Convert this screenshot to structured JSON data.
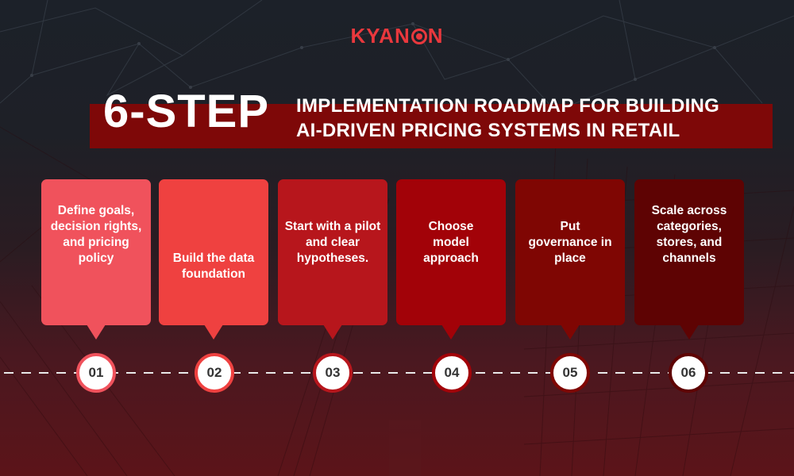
{
  "brand": {
    "name_prefix": "KYAN",
    "name_suffix": "N",
    "color": "#e9383d"
  },
  "header": {
    "title_big": "6-STEP",
    "title_line1": "IMPLEMENTATION ROADMAP FOR BUILDING",
    "title_line2": "AI-DRIVEN PRICING SYSTEMS IN RETAIL",
    "band_color": "#7e0808"
  },
  "steps": [
    {
      "number": "01",
      "text": "Define goals, decision rights, and pricing policy",
      "color": "#f0525c"
    },
    {
      "number": "02",
      "text": "Build the data foundation",
      "color": "#ef4140"
    },
    {
      "number": "03",
      "text": "Start with a pilot and clear hypotheses.",
      "color": "#b7161c"
    },
    {
      "number": "04",
      "text": "Choose model approach",
      "color": "#a20208"
    },
    {
      "number": "05",
      "text": "Put governance in place",
      "color": "#7f0603"
    },
    {
      "number": "06",
      "text": "Scale across categories, stores, and channels",
      "color": "#5e0303"
    }
  ]
}
